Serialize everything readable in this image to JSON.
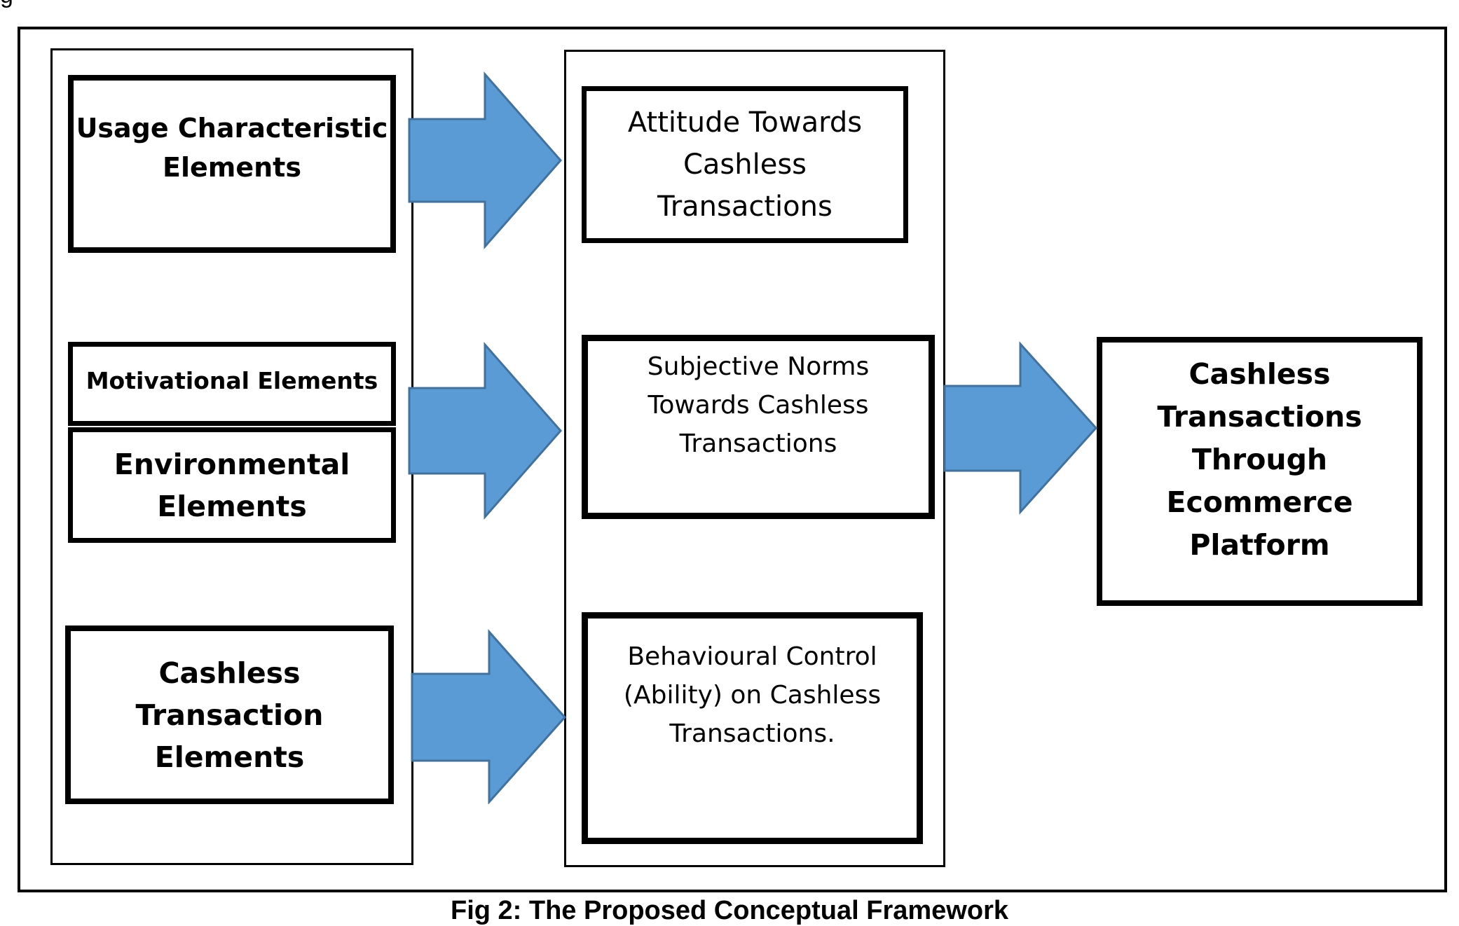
{
  "top_fragment": "g",
  "left_column": {
    "usage": "Usage Characteristic\nElements",
    "motivational": "Motivational Elements",
    "environmental": "Environmental\nElements",
    "cashless_elements": "Cashless\nTransaction\nElements"
  },
  "middle_column": {
    "attitude": "Attitude Towards\nCashless\nTransactions",
    "norms": "Subjective Norms\nTowards Cashless\nTransactions",
    "behavioural": "Behavioural Control\n(Ability) on Cashless\nTransactions."
  },
  "outcome": "Cashless\nTransactions\nThrough\nEcommerce\nPlatform",
  "caption": "Fig 2: The Proposed Conceptual Framework",
  "colors": {
    "arrow_fill": "#5b9bd5",
    "arrow_stroke": "#41719c"
  }
}
